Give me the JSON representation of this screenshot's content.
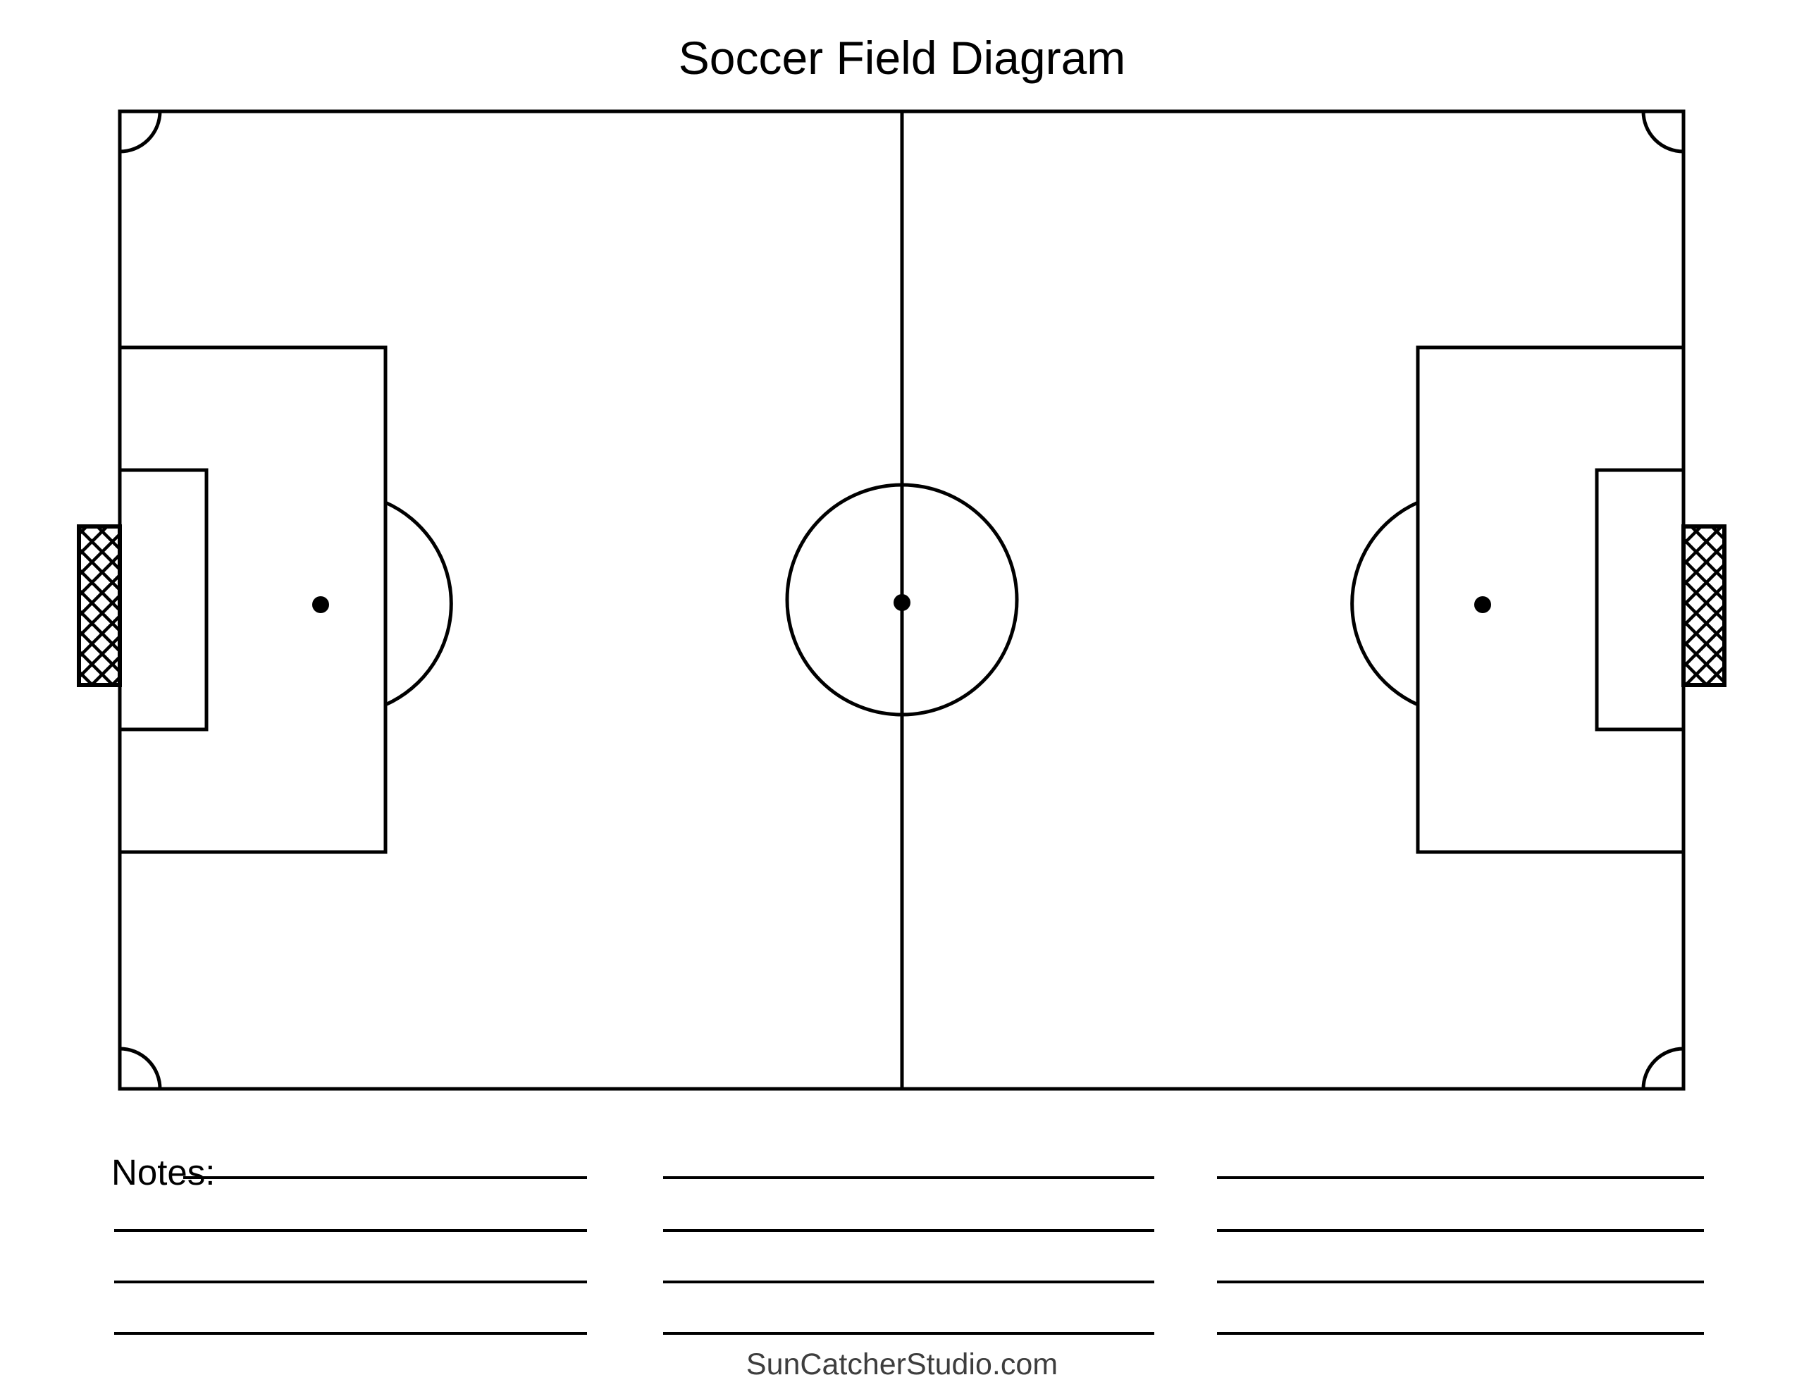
{
  "header": {
    "title": "Soccer Field Diagram"
  },
  "notes": {
    "label": "Notes:",
    "columns": 3,
    "lines_per_column": 4
  },
  "footer": {
    "credit": "SunCatcherStudio.com"
  },
  "colors": {
    "line": "#000000",
    "background": "#ffffff",
    "footer_text": "#3e3e3e"
  },
  "diagram": {
    "type": "soccer-field",
    "parts": [
      "field-boundary",
      "halfway-line",
      "center-circle",
      "center-spot",
      "penalty-area-left",
      "goal-area-left",
      "goal-left",
      "penalty-spot-left",
      "penalty-arc-left",
      "penalty-area-right",
      "goal-area-right",
      "goal-right",
      "penalty-spot-right",
      "penalty-arc-right",
      "corner-arcs"
    ]
  }
}
